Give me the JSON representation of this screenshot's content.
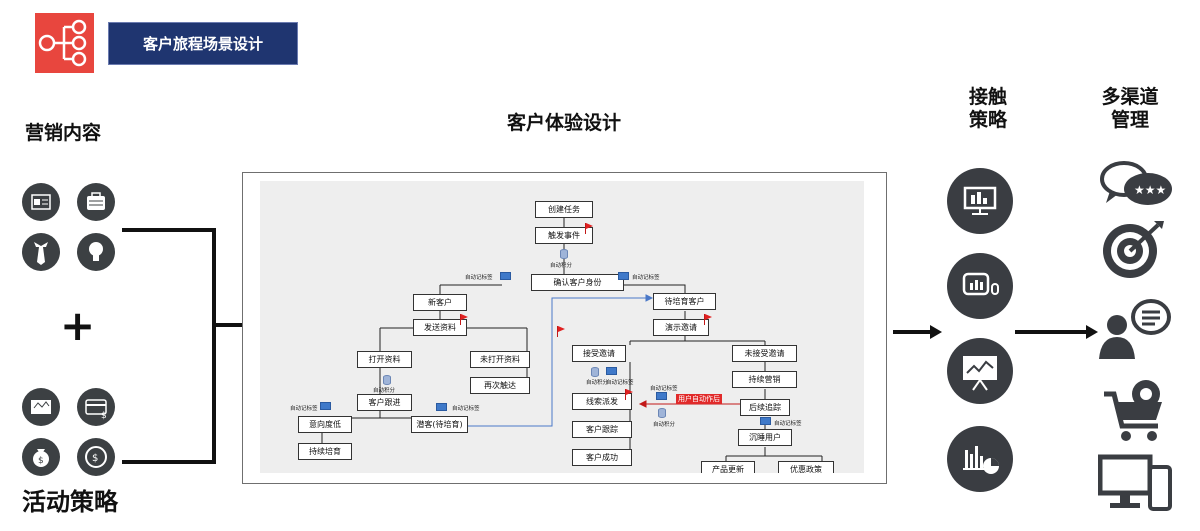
{
  "header": {
    "title": "客户旅程场景设计"
  },
  "headings": {
    "marketing_content": "营销内容",
    "activity_strategy": "活动策略",
    "cx_design": "客户体验设计",
    "contact_strategy_1": "接触",
    "contact_strategy_2": "策略",
    "channels_1": "多渠道",
    "channels_2": "管理"
  },
  "plus": "+",
  "flow": {
    "nodes": {
      "create_task": "创建任务",
      "trigger_event": "触发事件",
      "confirm_identity": "确认客户身份",
      "new_customer": "新客户",
      "pending_nurture": "待培育客户",
      "send_material": "发送资料",
      "demo_invite": "演示邀请",
      "opened_material": "打开资料",
      "not_opened_material": "未打开资料",
      "accept_invite": "接受邀请",
      "decline_invite": "未接受邀请",
      "retouch": "再次触达",
      "continue_marketing": "持续营销",
      "customer_followup": "客户跟进",
      "lead_dispatch": "线索派发",
      "followup_tracking": "后续追踪",
      "intent": "意向度低",
      "potential": "潜客(待培育)",
      "customer_tracking": "客户跟踪",
      "dormant_user": "沉睡用户",
      "continuous_nurture": "持续培育",
      "customer_success": "客户成功",
      "product_update": "产品更新",
      "offer_policy": "优惠政策"
    },
    "labels": {
      "auto_points": "自动积分",
      "auto_tag": "自动记标签",
      "user_auto_action": "用户自动作后"
    }
  },
  "icons": {
    "marketing": [
      "news-icon",
      "briefcase-icon",
      "tie-icon",
      "lightbulb-icon"
    ],
    "activity": [
      "map-icon",
      "card-icon",
      "money-bag-icon",
      "exchange-icon"
    ],
    "strategy": [
      "presentation-icon",
      "chart-screen-icon",
      "board-icon",
      "bar-pie-icon"
    ],
    "channels": [
      "chat-stars-icon",
      "target-icon",
      "user-chat-icon",
      "cart-icon",
      "devices-icon"
    ]
  }
}
